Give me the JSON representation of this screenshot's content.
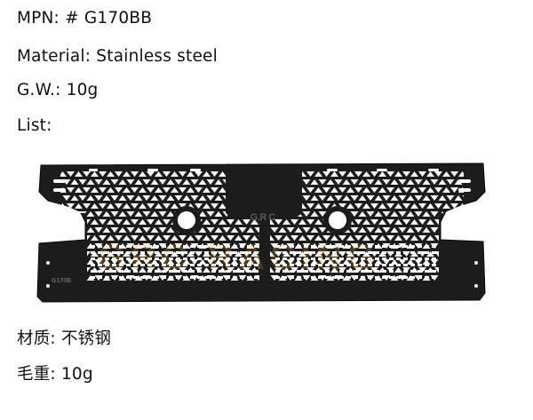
{
  "specs": {
    "mpn_label": "MPN:",
    "mpn_value": "# G170BB",
    "material_label": "Material:",
    "material_value": "Stainless steel",
    "gw_label": "G.W.:",
    "gw_value": "10g",
    "list_label": "List:",
    "cn_material_label": "材质:",
    "cn_material_value": "不锈钢",
    "cn_weight_label": "毛重:",
    "cn_weight_value": "10g"
  },
  "product": {
    "grille_logo": "GRC",
    "part_code": "G170B",
    "watermark": "GRC RACING"
  },
  "colors": {
    "metal": "#1c1c1c",
    "background": "#ffffff"
  }
}
